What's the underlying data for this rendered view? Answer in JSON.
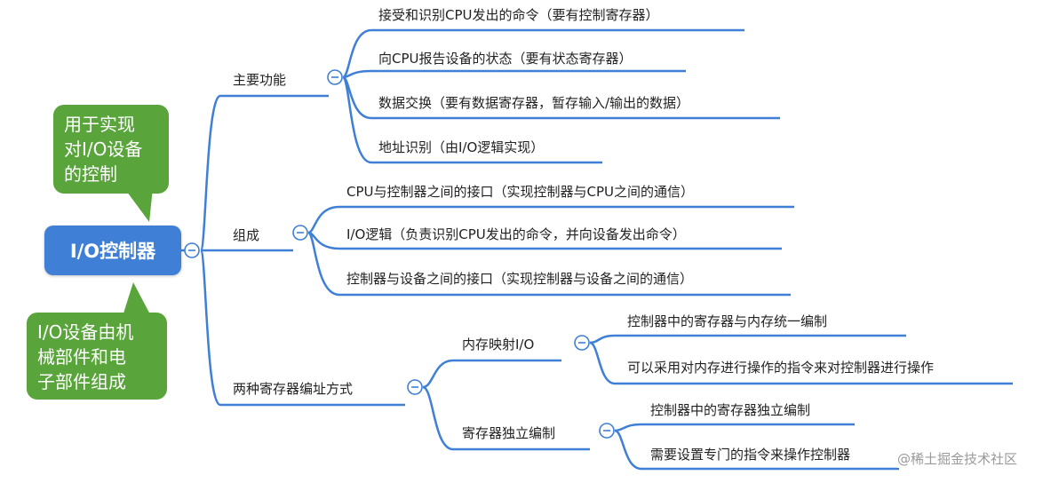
{
  "root": {
    "label": "I/O控制器",
    "collapse_symbol": "−"
  },
  "notes": {
    "purpose": "用于实现对I/O设备的控制",
    "purpose_lines": [
      "用于实现",
      "对I/O设备",
      "的控制"
    ],
    "composition": "I/O设备由机械部件和电子部件组成",
    "composition_lines": [
      "I/O设备由机",
      "械部件和电",
      "子部件组成"
    ]
  },
  "branches": {
    "functions": {
      "label": "主要功能",
      "items": [
        "接受和识别CPU发出的命令（要有控制寄存器）",
        "向CPU报告设备的状态（要有状态寄存器）",
        "数据交换（要有数据寄存器，暂存输入/输出的数据）",
        "地址识别（由I/O逻辑实现）"
      ]
    },
    "components": {
      "label": "组成",
      "items": [
        "CPU与控制器之间的接口（实现控制器与CPU之间的通信）",
        "I/O逻辑（负责识别CPU发出的命令，并向设备发出命令）",
        "控制器与设备之间的接口（实现控制器与设备之间的通信）"
      ]
    },
    "addressing": {
      "label": "两种寄存器编址方式",
      "memory_mapped": {
        "label": "内存映射I/O",
        "items": [
          "控制器中的寄存器与内存统一编制",
          "可以采用对内存进行操作的指令来对控制器进行操作"
        ]
      },
      "independent": {
        "label": "寄存器独立编制",
        "items": [
          "控制器中的寄存器独立编制",
          "需要设置专门的指令来操作控制器"
        ]
      }
    }
  },
  "watermark": "@稀土掘金技术社区",
  "colors": {
    "root": "#3f7fd6",
    "branch_line": "#3f7fd6",
    "note": "#5aa43c",
    "collapse_circle": "#3f7fd6"
  }
}
